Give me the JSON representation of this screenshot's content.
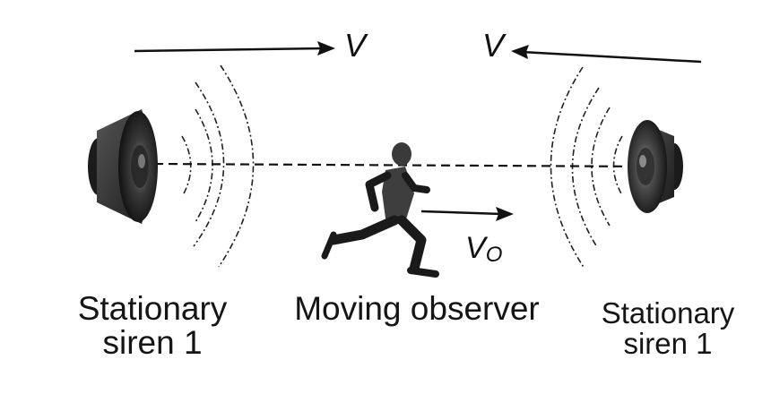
{
  "labels": {
    "left_line1": "Stationary",
    "left_line2": "siren 1",
    "center": "Moving observer",
    "right_line1": "Stationary",
    "right_line2": "siren 1"
  },
  "symbols": {
    "sound_velocity_left": "V",
    "sound_velocity_right": "V",
    "observer_velocity_main": "V",
    "observer_velocity_sub": "O"
  }
}
